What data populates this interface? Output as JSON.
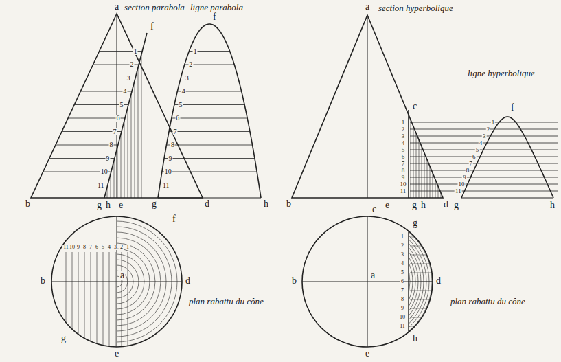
{
  "diagram": {
    "labels": [
      "section parabola",
      "ligne parabola",
      "a",
      "b",
      "d",
      "e",
      "f",
      "g",
      "h",
      "1",
      "2",
      "3",
      "4",
      "5",
      "6",
      "7",
      "8",
      "9",
      "10",
      "11",
      "f",
      "g",
      "h",
      "1",
      "2",
      "3",
      "4",
      "5",
      "6",
      "7",
      "8",
      "9",
      "10",
      "11",
      "b",
      "d",
      "a",
      "f",
      "g",
      "e",
      "11",
      "10",
      "9",
      "8",
      "7",
      "6",
      "5",
      "4",
      "3",
      "2",
      "1",
      "plan rabattu du cône",
      "section hyperbolique",
      "a",
      "b",
      "e",
      "g",
      "h",
      "d",
      "c",
      "1",
      "2",
      "3",
      "4",
      "5",
      "6",
      "7",
      "8",
      "9",
      "10",
      "11",
      "ligne hyperbolique",
      "f",
      "g",
      "h",
      "1",
      "2",
      "3",
      "4",
      "5",
      "6",
      "7",
      "8",
      "9",
      "10",
      "11",
      "b",
      "d",
      "a",
      "c",
      "g",
      "h",
      "e",
      "1",
      "2",
      "3",
      "4",
      "5",
      "6",
      "7",
      "8",
      "9",
      "10",
      "11",
      "plan rabattu du cône"
    ]
  }
}
